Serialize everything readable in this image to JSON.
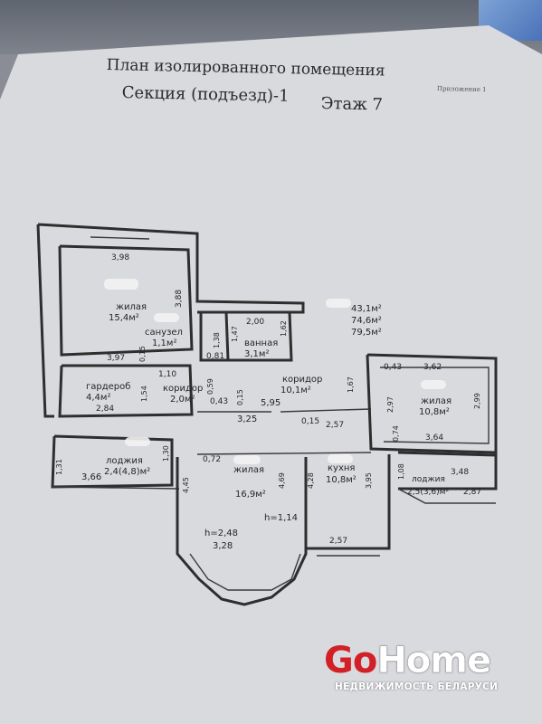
{
  "header": {
    "title_line1": "План изолированного помещения",
    "section": "Секция (подъезд)-1",
    "floor": "Этаж 7",
    "appendix": "Приложение 1"
  },
  "rooms": {
    "living1": {
      "name": "жилая",
      "area": "15,4м²"
    },
    "bathroom_wc": {
      "name": "санузел",
      "area": "1,1м²"
    },
    "bath": {
      "name": "ванная",
      "area": "3,1м²"
    },
    "totals": {
      "a": "43,1м²",
      "b": "74,6м²",
      "c": "79,5м²"
    },
    "corridor_main": {
      "name": "коридор",
      "area": "10,1м²"
    },
    "wardrobe": {
      "name": "гардероб",
      "area": "4,4м²"
    },
    "corridor_small": {
      "name": "коридор",
      "area": "2,0м²"
    },
    "living2": {
      "name": "жилая",
      "area": "10,8м²"
    },
    "loggia1": {
      "name": "лоджия",
      "area": "2,4(4,8)м²"
    },
    "living3": {
      "name": "жилая",
      "area": "16,9м²"
    },
    "kitchen": {
      "name": "кухня",
      "area": "10,8м²"
    },
    "loggia2": {
      "name": "лоджия",
      "area": "2,5(3,6)м²"
    }
  },
  "dims": {
    "d398": "3,98",
    "d388": "3,88",
    "d397": "3,97",
    "d015a": "0,15",
    "d200": "2,00",
    "d147": "1,47",
    "d162": "1,62",
    "d138": "1,38",
    "d081": "0,81",
    "d110": "1,10",
    "d059": "0,59",
    "d154": "1,54",
    "d043a": "0,43",
    "d015b": "0,15",
    "d284": "2,84",
    "d595": "5,95",
    "d325": "3,25",
    "d015c": "0,15",
    "d257a": "2,57",
    "d167": "1,67",
    "d043b": "0,43",
    "d362": "3,62",
    "d297": "2,97",
    "d299": "2,99",
    "d074": "0,74",
    "d364": "3,64",
    "d108": "1,08",
    "d348": "3,48",
    "d287": "2,87",
    "d131": "1,31",
    "d366": "3,66",
    "d130": "1,30",
    "d072": "0,72",
    "d445": "4,45",
    "d469": "4,69",
    "d428": "4,28",
    "d395": "3,95",
    "h248": "h=2,48",
    "h114": "h=1,14",
    "d328": "3,28",
    "d257b": "2,57"
  },
  "logo": {
    "brand_go": "Go",
    "brand_home": "Home",
    "subtitle": "НЕДВИЖИМОСТЬ БЕЛАРУСИ"
  },
  "colors": {
    "brand_red": "#d31f26",
    "paper": "#d9dade",
    "ink": "#2e2e2e"
  }
}
